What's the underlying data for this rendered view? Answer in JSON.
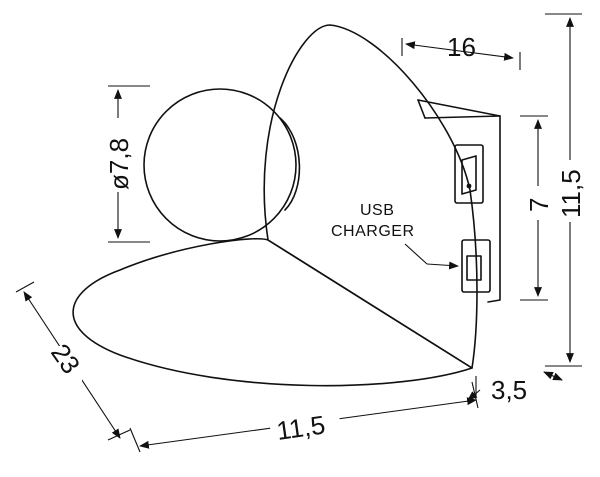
{
  "diagram": {
    "labels": {
      "usb_line1": "USB",
      "usb_line2": "CHARGER"
    },
    "dimensions": {
      "depth_23": "23",
      "width_115": "11,5",
      "base_35": "3,5",
      "height_115": "11,5",
      "box_height_7": "7",
      "box_width_16": "16",
      "ball_diameter": "ø7,8"
    }
  }
}
